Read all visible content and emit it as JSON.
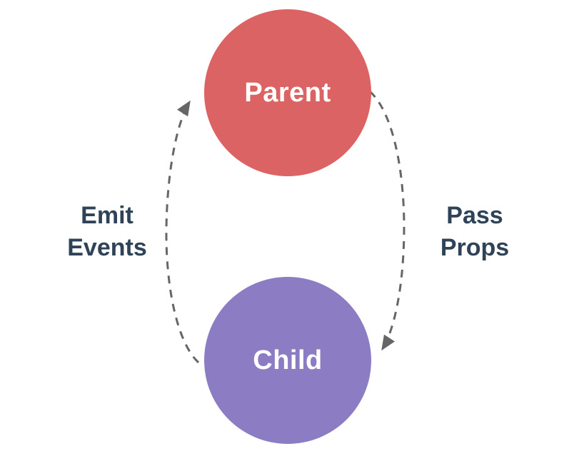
{
  "diagram": {
    "nodes": [
      {
        "id": "parent",
        "label": "Parent",
        "color": "#DC6364"
      },
      {
        "id": "child",
        "label": "Child",
        "color": "#8C7CC4"
      }
    ],
    "edges": [
      {
        "id": "emit-events",
        "label_line1": "Emit",
        "label_line2": "Events",
        "from": "child",
        "to": "parent",
        "side": "left",
        "style": "dashed"
      },
      {
        "id": "pass-props",
        "label_line1": "Pass",
        "label_line2": "Props",
        "from": "parent",
        "to": "child",
        "side": "right",
        "style": "dashed"
      }
    ],
    "colors": {
      "background": "#ffffff",
      "node_parent": "#DC6364",
      "node_child": "#8C7CC4",
      "node_text": "#ffffff",
      "label_text": "#2E4357",
      "arrow": "#666666"
    }
  }
}
